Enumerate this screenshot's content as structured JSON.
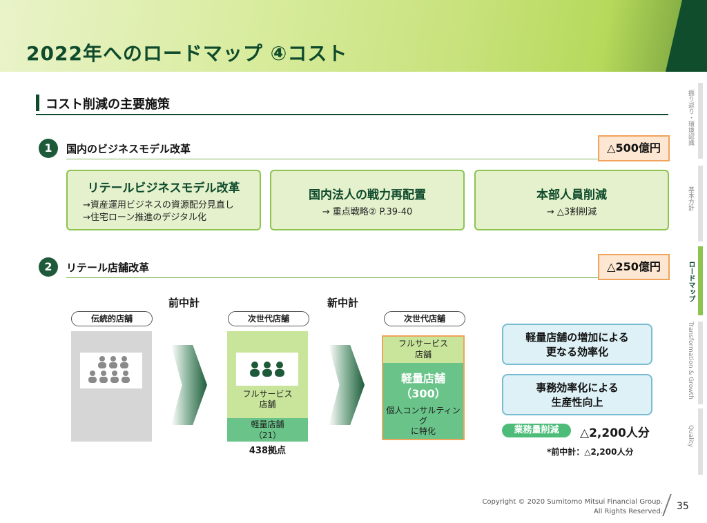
{
  "header": {
    "title": "2022年へのロードマップ ④コスト"
  },
  "section": {
    "title": "コスト削減の主要施策"
  },
  "item1": {
    "number": "1",
    "title": "国内のビジネスモデル改革",
    "amount": "△500億円",
    "boxes": [
      {
        "heading": "リテールビジネスモデル改革",
        "lines": [
          "→資産運用ビジネスの資源配分見直し",
          "→住宅ローン推進のデジタル化"
        ]
      },
      {
        "heading": "国内法人の戦力再配置",
        "lines": [
          "→ 重点戦略② P.39-40"
        ]
      },
      {
        "heading": "本部人員削減",
        "lines": [
          "→ △3割削減"
        ]
      }
    ]
  },
  "item2": {
    "number": "2",
    "title": "リテール店舗改革",
    "amount": "△250億円",
    "phase_prev": "前中計",
    "phase_new": "新中計",
    "traditional_label": "伝統的店舗",
    "nextgen_label_1": "次世代店舗",
    "nextgen_label_2": "次世代店舗",
    "mid_full": "フルサービス\n店舗",
    "mid_light": "軽量店舗\n（21）",
    "mid_count": "438拠点",
    "new_full": "フルサービス\n店舗",
    "new_light_title": "軽量店舗\n（300）",
    "new_light_sub": "個人コンサルティング\nに特化",
    "benefit1": "軽量店舗の増加による\n更なる効率化",
    "benefit2": "事務効率化による\n生産性向上",
    "tag": "業務量削減",
    "tag_value": "△2,200人分",
    "footnote": "*前中計：△2,200人分"
  },
  "sidebar": {
    "items": [
      "振り返り・環境認識",
      "基本方針",
      "ロードマップ",
      "Transformation & Growth",
      "Quality"
    ]
  },
  "footer": {
    "copyright_line1": "Copyright © 2020 Sumitomo Mitsui Financial Group.",
    "copyright_line2": "All Rights Reserved.",
    "page": "35"
  },
  "colors": {
    "brand_dark": "#0e4a2b",
    "accent_green": "#8cc44f",
    "accent_orange": "#f0a35a",
    "accent_blue": "#79bcd2"
  }
}
